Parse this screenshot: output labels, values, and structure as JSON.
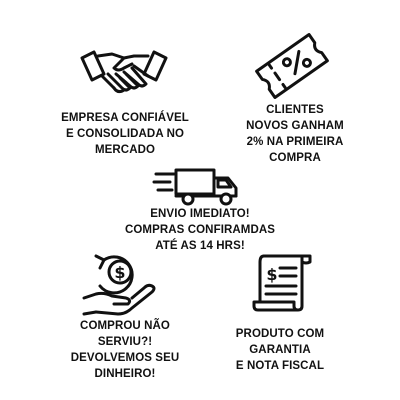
{
  "colors": {
    "ink": "#111111",
    "background": "#ffffff"
  },
  "features": [
    {
      "id": "trusted-company",
      "icon": "handshake-icon",
      "lines": [
        "EMPRESA CONFIÁVEL",
        "E CONSOLIDADA NO",
        "MERCADO"
      ]
    },
    {
      "id": "new-customer-discount",
      "icon": "percent-coupon-icon",
      "lines": [
        "CLIENTES",
        "NOVOS GANHAM",
        "2% NA PRIMEIRA",
        "COMPRA"
      ]
    },
    {
      "id": "immediate-shipping",
      "icon": "delivery-truck-icon",
      "lines": [
        "ENVIO IMEDIATO!",
        "COMPRAS CONFIRAMDAS",
        "ATÉ AS 14 HRS!"
      ]
    },
    {
      "id": "money-back",
      "icon": "money-back-hand-icon",
      "lines": [
        "COMPROU NÃO",
        "SERVIU?!",
        "DEVOLVEMOS SEU",
        "DINHEIRO!"
      ]
    },
    {
      "id": "warranty-invoice",
      "icon": "invoice-receipt-icon",
      "lines": [
        "PRODUTO COM",
        "GARANTIA",
        "E NOTA FISCAL"
      ]
    }
  ]
}
